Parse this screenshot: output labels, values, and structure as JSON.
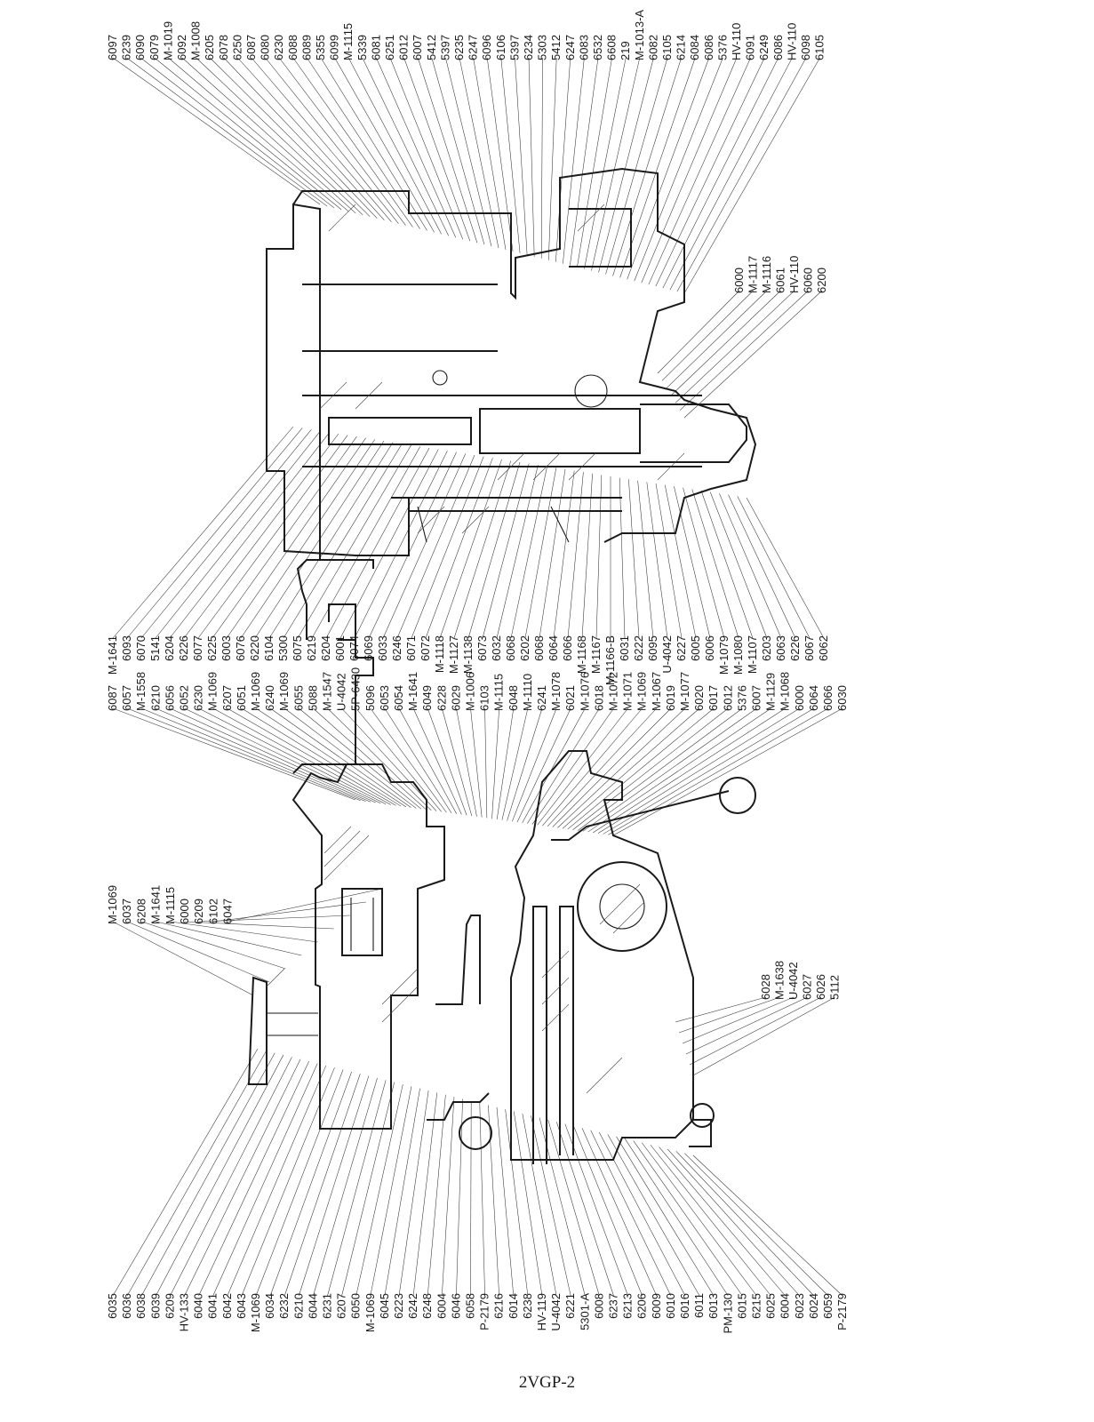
{
  "page_code": "2VGP-2",
  "upper_left_labels": [
    "M-1069",
    "6037",
    "6208",
    "M-1641",
    "M-1115",
    "6000",
    "6209",
    "6102",
    "6047"
  ],
  "lower_left_labels": [
    "6035",
    "6036",
    "6038",
    "6039",
    "6209",
    "HV-133",
    "6040",
    "6041",
    "6042",
    "6043",
    "M-1069",
    "6034",
    "6232",
    "6210",
    "6044",
    "6231",
    "6207",
    "6050",
    "M-1069",
    "6045",
    "6223",
    "6242",
    "6248",
    "6004",
    "6046",
    "6058",
    "P-2179",
    "6216",
    "6014",
    "6238",
    "HV-119",
    "U-4042",
    "6221",
    "5301-A",
    "6008",
    "6237",
    "6213",
    "6206",
    "6009",
    "6010",
    "6016",
    "6011",
    "6013",
    "PM-130",
    "6015",
    "6215",
    "6025",
    "6004",
    "6023",
    "6024",
    "6059",
    "P-2179"
  ],
  "upper_middle_labels": [
    "6087",
    "6057",
    "M-1558",
    "6210",
    "6056",
    "6052",
    "6230",
    "M-1069",
    "6207",
    "6051",
    "M-1069",
    "6240",
    "M-1069",
    "6055",
    "5088",
    "M-1547",
    "U-4042",
    "5P-6430",
    "5096",
    "6053",
    "6054",
    "M-1641",
    "6049",
    "6228",
    "6029",
    "M-1006",
    "6103",
    "M-1115",
    "6048",
    "M-1110",
    "6241",
    "M-1078",
    "6021",
    "M-1076",
    "6018",
    "M-1072",
    "M-1071",
    "M-1069",
    "M-1067",
    "6019",
    "M-1077",
    "6020",
    "6017",
    "6012",
    "5376",
    "6007",
    "M-1129",
    "M-1068",
    "6000",
    "6064",
    "6066",
    "6030"
  ],
  "middle_small_labels": [
    "6028",
    "M-1638",
    "U-4042",
    "6027",
    "6026",
    "5112"
  ],
  "upper_right_labels": [
    "6097",
    "6239",
    "6090",
    "6079",
    "M-1019",
    "6092",
    "M-1008",
    "6205",
    "6078",
    "6250",
    "6087",
    "6080",
    "6230",
    "6088",
    "6089",
    "5355",
    "6099",
    "M-1115",
    "5339",
    "6081",
    "6251",
    "6012",
    "6007",
    "5412",
    "5397",
    "6235",
    "6247",
    "6096",
    "6106",
    "5397",
    "6234",
    "5303",
    "5412",
    "6247",
    "6083",
    "6532",
    "6608",
    "219",
    "M-1013-A",
    "6082",
    "6105",
    "6214",
    "6084",
    "6086",
    "5376",
    "HV-110",
    "6091",
    "6249",
    "6086",
    "HV-110",
    "6098",
    "6105"
  ],
  "right_small_labels": [
    "6000",
    "M-1117",
    "M-1116",
    "6061",
    "HV-110",
    "6060",
    "6200"
  ],
  "lower_right_labels": [
    "M-1641",
    "6093",
    "6070",
    "5141",
    "6204",
    "6226",
    "6077",
    "6225",
    "6003",
    "6076",
    "6220",
    "6104",
    "5300",
    "6075",
    "6219",
    "6204",
    "6001",
    "6074",
    "6069",
    "6033",
    "6246",
    "6071",
    "6072",
    "M-1118",
    "M-1127",
    "M-1138",
    "6073",
    "6032",
    "6068",
    "6202",
    "6068",
    "6064",
    "6066",
    "M-1168",
    "M-1167",
    "M-1166-B",
    "6031",
    "6222",
    "6095",
    "U-4042",
    "6227",
    "6005",
    "6006",
    "M-1079",
    "M-1080",
    "M-1107",
    "6203",
    "6063",
    "6226",
    "6067",
    "6062"
  ]
}
